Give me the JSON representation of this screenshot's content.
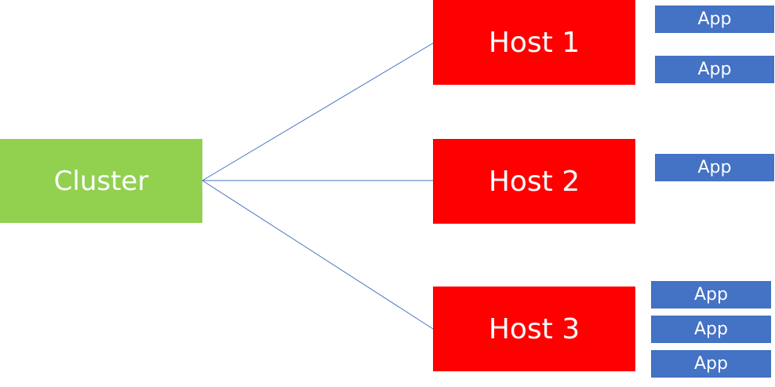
{
  "colors": {
    "cluster": "#92d050",
    "host": "#ff0000",
    "app": "#4472c4",
    "link": "#4472c4"
  },
  "diagram": {
    "cluster": {
      "label": "Cluster"
    },
    "hosts": [
      {
        "label": "Host 1",
        "apps": [
          {
            "label": "App"
          },
          {
            "label": "App"
          }
        ]
      },
      {
        "label": "Host 2",
        "apps": [
          {
            "label": "App"
          }
        ]
      },
      {
        "label": "Host 3",
        "apps": [
          {
            "label": "App"
          },
          {
            "label": "App"
          },
          {
            "label": "App"
          }
        ]
      }
    ]
  }
}
